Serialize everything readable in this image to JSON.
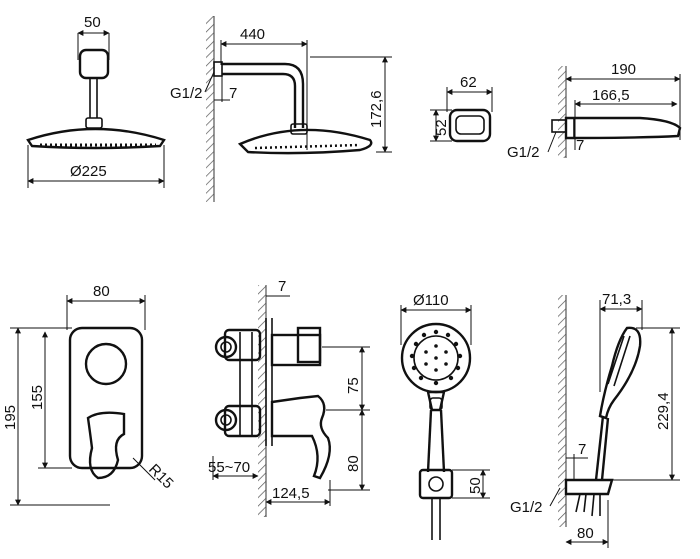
{
  "drawing": {
    "head_shower_front": {
      "width": "50",
      "diameter": "Ø225"
    },
    "head_shower_side": {
      "thread": "G1/2",
      "wall_gap": "7",
      "reach": "440",
      "height": "172,6"
    },
    "spout_front": {
      "width": "62",
      "height": "52"
    },
    "spout_side": {
      "total": "190",
      "reach": "166,5",
      "thread": "G1/2",
      "wall_gap": "7"
    },
    "mixer_front": {
      "width": "80",
      "total_height": "195",
      "inner_height": "155",
      "radius": "R15"
    },
    "mixer_side": {
      "plate_gap": "7",
      "upper": "75",
      "lower": "80",
      "depth_range": "55~70",
      "depth": "124,5"
    },
    "hand_shower_front": {
      "diameter": "Ø110",
      "holder": "50"
    },
    "hand_shower_side": {
      "width": "71,3",
      "height": "229,4",
      "wall_gap": "7",
      "thread": "G1/2",
      "bracket": "80"
    }
  }
}
